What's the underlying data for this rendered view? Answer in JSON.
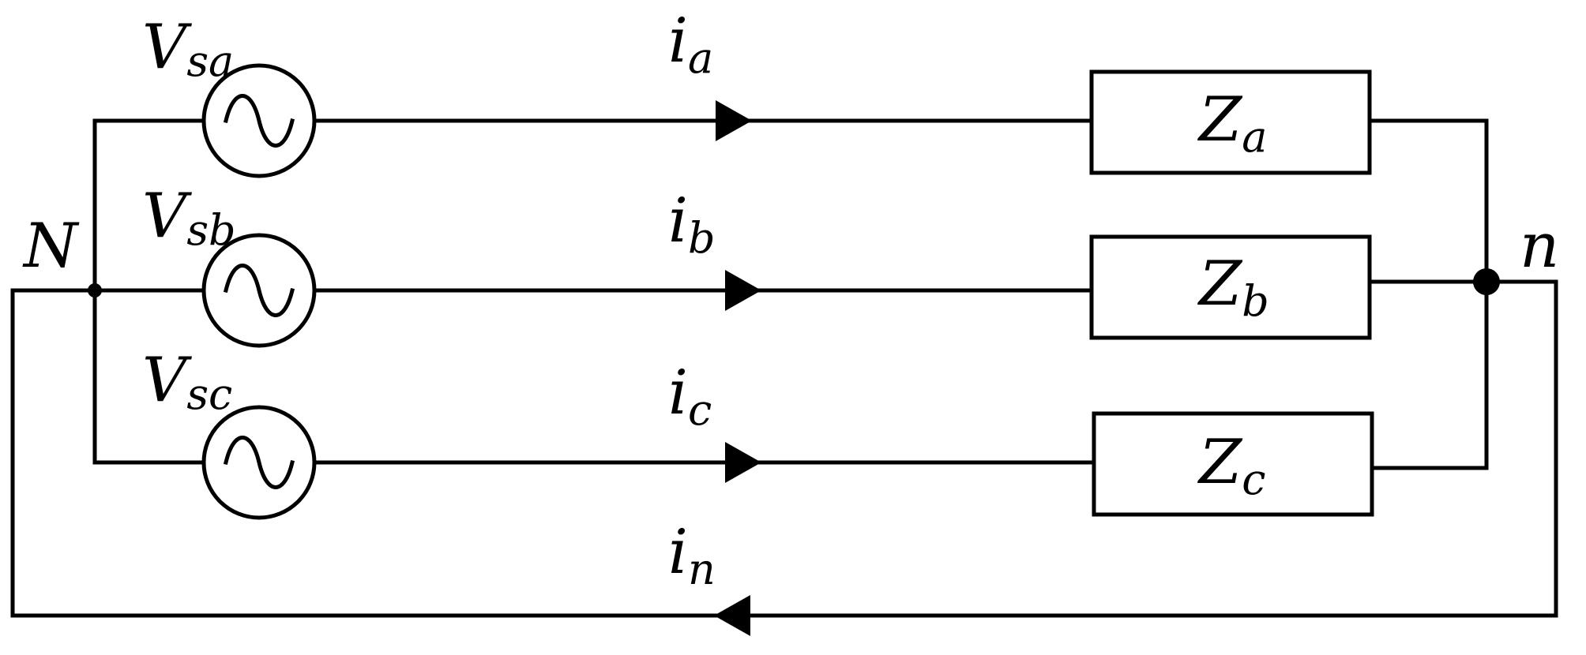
{
  "nodes": {
    "N": "N",
    "n": "n"
  },
  "sources": [
    {
      "main": "V",
      "sub": "sa"
    },
    {
      "main": "V",
      "sub": "sb"
    },
    {
      "main": "V",
      "sub": "sc"
    }
  ],
  "currents": [
    {
      "main": "i",
      "sub": "a"
    },
    {
      "main": "i",
      "sub": "b"
    },
    {
      "main": "i",
      "sub": "c"
    },
    {
      "main": "i",
      "sub": "n"
    }
  ],
  "impedances": [
    {
      "main": "Z",
      "sub": "a"
    },
    {
      "main": "Z",
      "sub": "b"
    },
    {
      "main": "Z",
      "sub": "c"
    }
  ]
}
